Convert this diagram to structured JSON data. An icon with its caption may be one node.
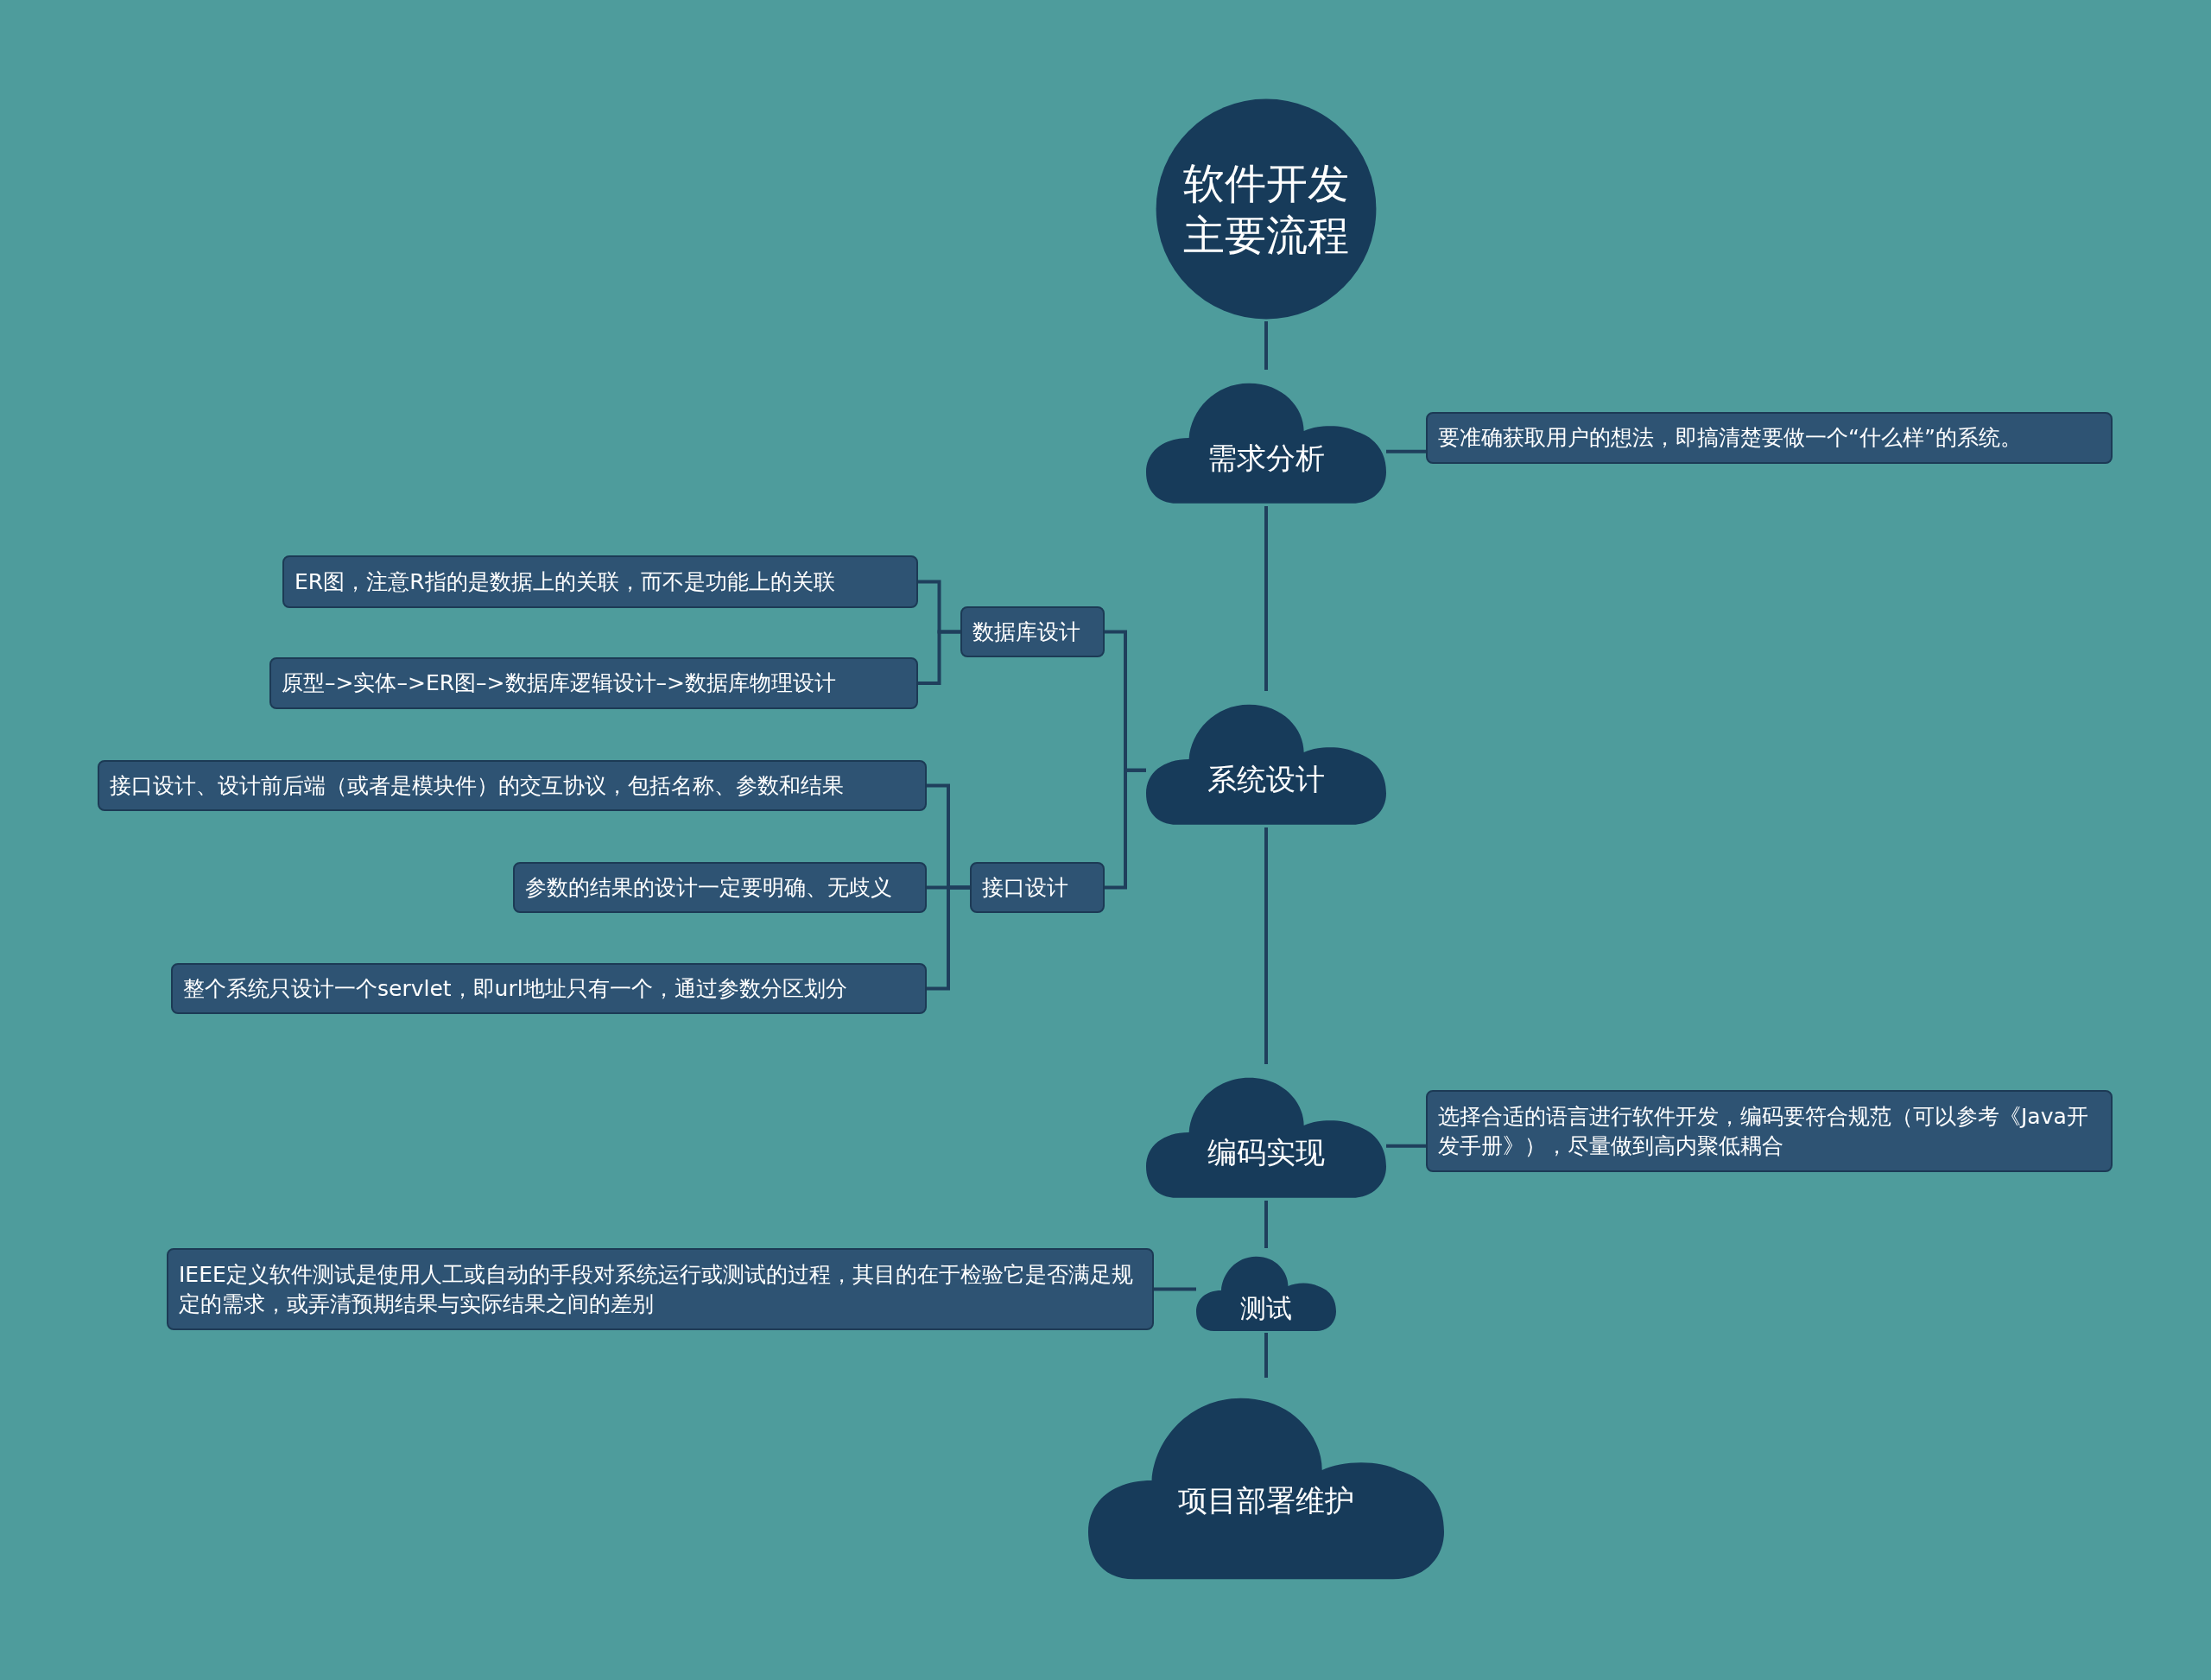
{
  "diagram": {
    "nodes": [
      {
        "text": [
          "软件开发主要流程"
        ]
      },
      {
        "text": [
          "需求分析"
        ]
      },
      {
        "text": [
          "要准确获取用户的想法，即搞清楚要做一个“什么样”的系统。"
        ]
      },
      {
        "text": [
          "系统设计"
        ]
      },
      {
        "text": [
          "数据库设计"
        ]
      },
      {
        "text": [
          "ER图，注意R指的是数据上的关联，而不是功能上的关联"
        ]
      },
      {
        "text": [
          "原型–>实体–>ER图–>数据库逻辑设计–>数据库物理设计"
        ]
      },
      {
        "text": [
          "接口设计"
        ]
      },
      {
        "text": [
          "接口设计、设计前后端（或者是模块件）的交互协议，包括名称、参数和结果"
        ]
      },
      {
        "text": [
          "参数的结果的设计一定要明确、无歧义"
        ]
      },
      {
        "text": [
          "整个系统只设计一个servlet，即url地址只有一个，通过参数分区划分"
        ]
      },
      {
        "text": [
          "编码实现"
        ]
      },
      {
        "text": [
          "选择合适的语言进行软件开发，编码要符合规范（可以参考《Java开发手册》），尽量做到高内聚低耦合"
        ]
      },
      {
        "text": [
          "测试"
        ]
      },
      {
        "text": [
          "IEEE定义软件测试是使用人工或自动的手段对系统运行或测试的过程，其目的在于检验它是否满足规定的需求，或弄清预期结果与实际结果之间的差别"
        ]
      },
      {
        "text": [
          "项目部署维护"
        ]
      }
    ],
    "edges": [
      {
        "from": 0,
        "to": 1,
        "arrow": "none"
      },
      {
        "from": 1,
        "to": 2,
        "arrow": "none"
      },
      {
        "from": 1,
        "to": 3,
        "arrow": "none"
      },
      {
        "from": 3,
        "to": 4,
        "arrow": "none"
      },
      {
        "from": 4,
        "to": 5,
        "arrow": "none"
      },
      {
        "from": 4,
        "to": 6,
        "arrow": "none"
      },
      {
        "from": 3,
        "to": 7,
        "arrow": "none"
      },
      {
        "from": 7,
        "to": 8,
        "arrow": "none"
      },
      {
        "from": 7,
        "to": 9,
        "arrow": "none"
      },
      {
        "from": 7,
        "to": 10,
        "arrow": "none"
      },
      {
        "from": 3,
        "to": 11,
        "arrow": "none"
      },
      {
        "from": 11,
        "to": 12,
        "arrow": "none"
      },
      {
        "from": 11,
        "to": 13,
        "arrow": "none"
      },
      {
        "from": 13,
        "to": 14,
        "arrow": "none"
      },
      {
        "from": 13,
        "to": 15,
        "arrow": "none"
      }
    ]
  }
}
